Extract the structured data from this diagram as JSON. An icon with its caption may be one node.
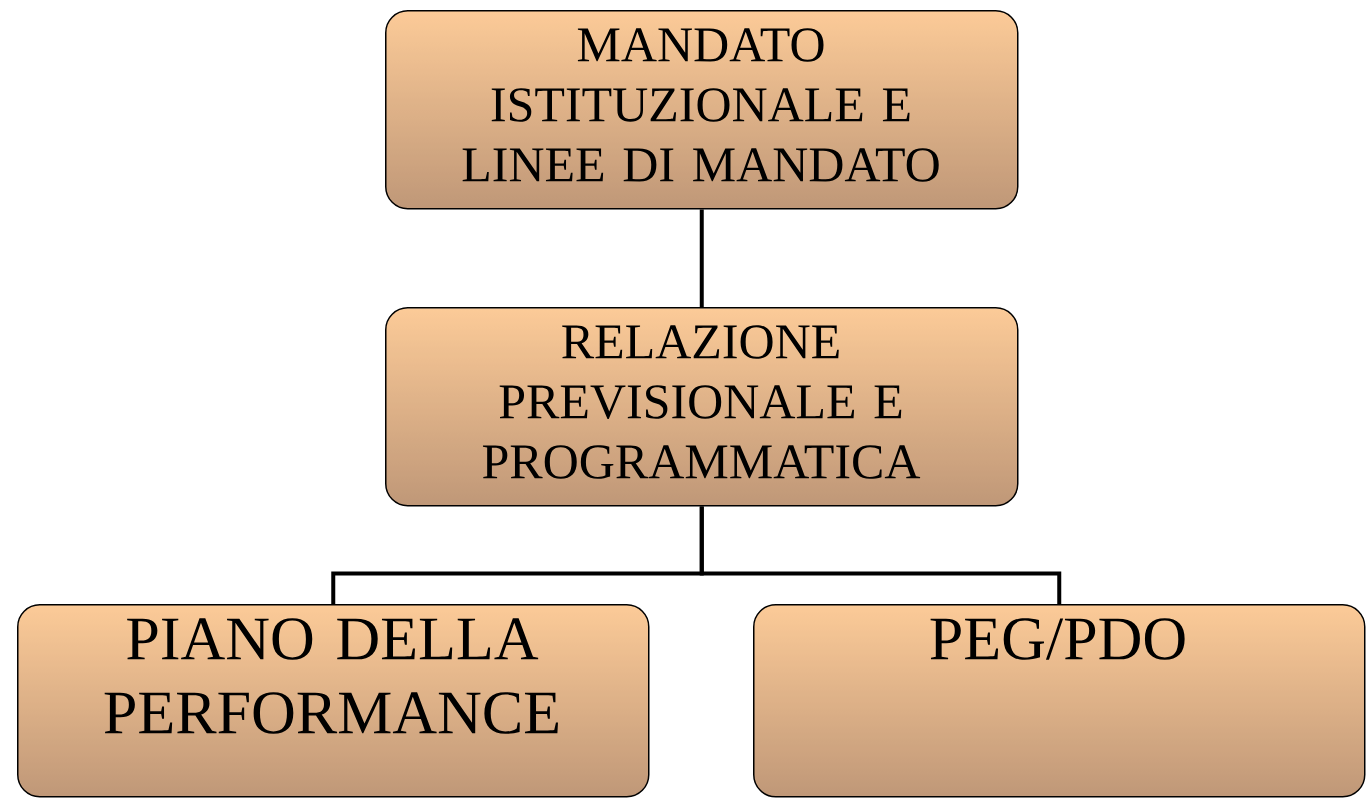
{
  "diagram": {
    "nodes": [
      {
        "text": [
          "MANDATO ISTITUZIONALE E LINEE DI MANDATO"
        ]
      },
      {
        "text": [
          "RELAZIONE PREVISIONALE E PROGRAMMATICA"
        ]
      },
      {
        "text": [
          "PIANO DELLA PERFORMANCE"
        ]
      },
      {
        "text": [
          "PEG/PDO"
        ]
      }
    ],
    "edges": [
      {
        "from": 0,
        "to": 1,
        "arrow": "none"
      },
      {
        "from": 1,
        "to": 2,
        "arrow": "none"
      },
      {
        "from": 1,
        "to": 3,
        "arrow": "none"
      }
    ]
  }
}
